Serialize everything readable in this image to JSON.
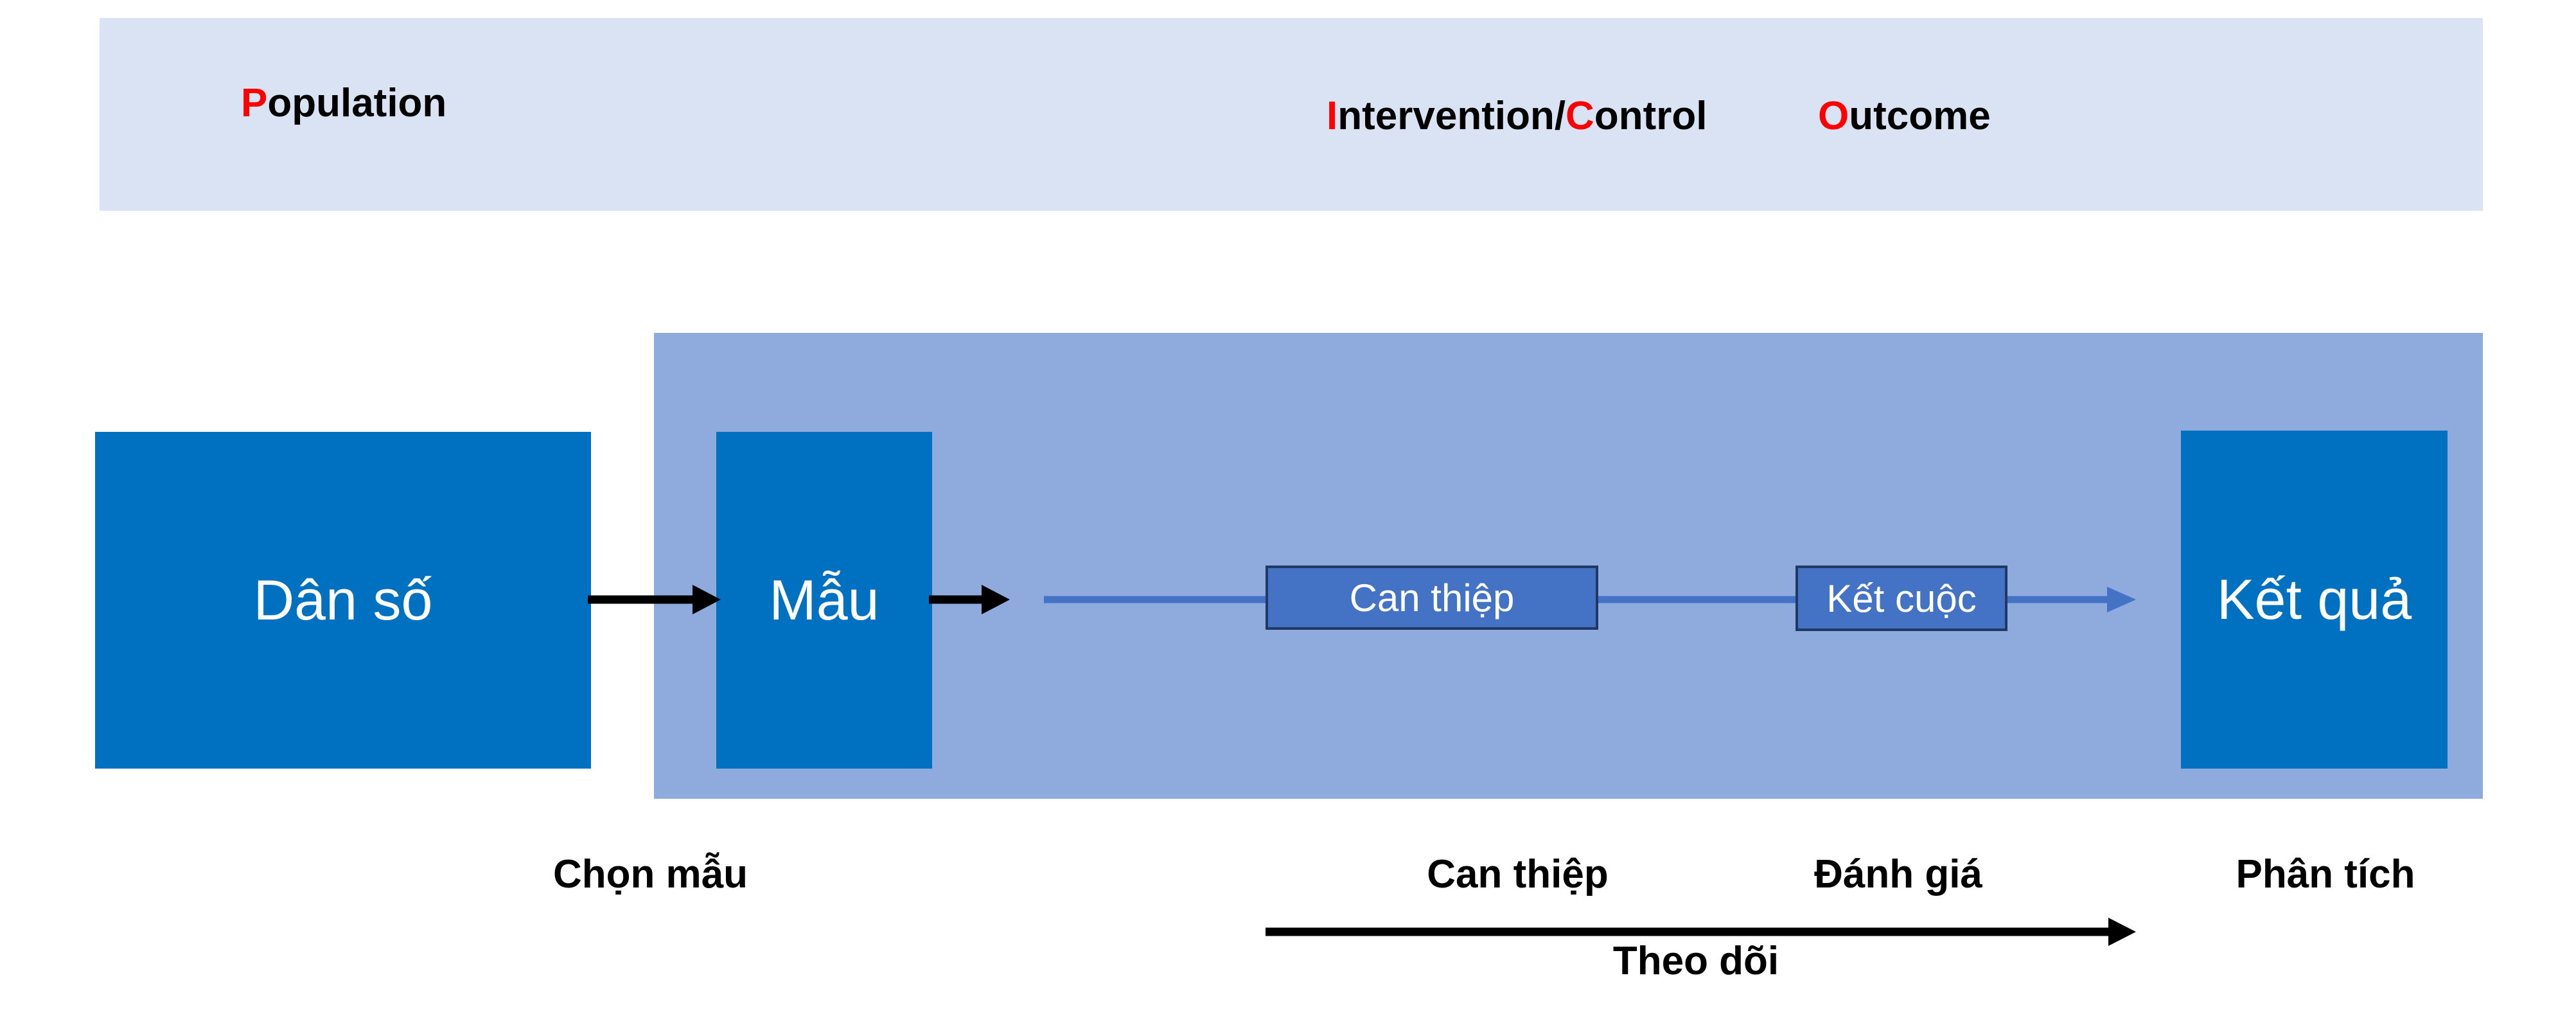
{
  "header": {
    "population": {
      "initial": "P",
      "rest": "opulation"
    },
    "intervention": {
      "initial_i": "I",
      "middle": "ntervention/",
      "initial_c": "C",
      "rest": "ontrol"
    },
    "outcome": {
      "initial": "O",
      "rest": "utcome"
    }
  },
  "boxes": {
    "population": "Dân số",
    "sample": "Mẫu",
    "intervention": "Can thiệp",
    "outcome_measure": "Kết cuộc",
    "result": "Kết quả"
  },
  "stages": {
    "sampling": "Chọn mẫu",
    "intervention": "Can thiệp",
    "evaluation": "Đánh giá",
    "analysis": "Phân tích",
    "follow_up": "Theo dõi"
  },
  "colors": {
    "banner": "#dae3f3",
    "region": "#8faadc",
    "box": "#0070c0",
    "small_box": "#4472c4",
    "timeline": "#4472c4",
    "highlight": "#ff0000"
  }
}
